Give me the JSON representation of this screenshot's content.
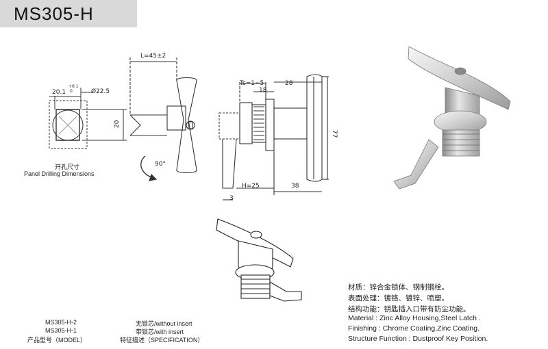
{
  "title": "MS305-H",
  "dimensions": {
    "cutout_width": "20.1",
    "cutout_tol_upper": "+0.1",
    "cutout_tol_lower": "0",
    "diameter": "Ø22.5",
    "cutout_height": "20",
    "length": "L=45±2",
    "ts": "Ts=1~5",
    "d18": "18",
    "d28": "28",
    "d77": "77",
    "h25": "H=25",
    "d38": "38",
    "d3": "3",
    "angle": "90°"
  },
  "panel_cutout": {
    "label_cn": "开孔尺寸",
    "label_en": "Panel Drilling Dimensions"
  },
  "models": [
    {
      "code": "MS305-H-2",
      "spec": "无锁芯/without insert"
    },
    {
      "code": "MS305-H-1",
      "spec": "带锁芯/with insert"
    }
  ],
  "table_headers": {
    "model": "产品型号（MODEL）",
    "spec": "特征描述（SPECIFICATION）"
  },
  "specs_cn": [
    "材质：锌合金锁体、钢制钢栓。",
    "表面处理：镀铬、镀锌、喷塑。",
    "结构功能：钥匙插入口带有防尘功能。"
  ],
  "specs_en": [
    "Material : Zinc Alloy Housing,Steel Latch .",
    "Finishing : Chrome Coating,Zinc Coating.",
    "Structure Function : Dustproof Key Position."
  ]
}
